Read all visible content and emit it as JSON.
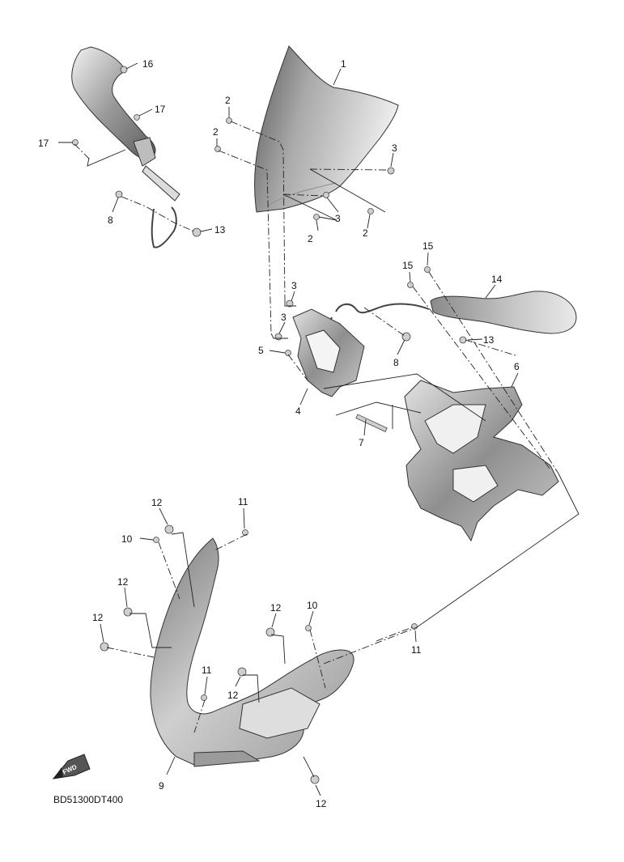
{
  "drawing_code": "BD51300DT400",
  "direction_badge": "FWD",
  "callouts": [
    "1",
    "2",
    "2",
    "2",
    "2",
    "3",
    "3",
    "3",
    "3",
    "4",
    "5",
    "6",
    "7",
    "8",
    "8",
    "9",
    "10",
    "10",
    "11",
    "11",
    "11",
    "12",
    "12",
    "12",
    "12",
    "12",
    "12",
    "13",
    "13",
    "14",
    "15",
    "15",
    "16",
    "17",
    "17"
  ],
  "parts": {
    "windshield": "windshield-icon",
    "left_mirror": "mirror-left-icon",
    "right_mirror": "mirror-right-icon",
    "mount_bracket": "bracket-icon",
    "stay_frame": "stay-frame-icon",
    "lower_cowl": "cowl-icon"
  }
}
